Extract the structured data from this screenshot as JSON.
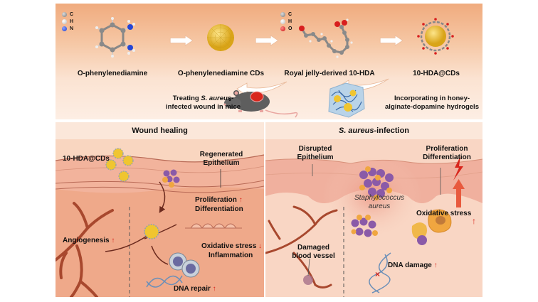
{
  "top_panel": {
    "legend_left": [
      {
        "symbol": "C",
        "color": "#8f8f8f"
      },
      {
        "symbol": "H",
        "color": "#f2f2f2"
      },
      {
        "symbol": "N",
        "color": "#2b4fd8"
      }
    ],
    "legend_right": [
      {
        "symbol": "C",
        "color": "#8f8f8f"
      },
      {
        "symbol": "H",
        "color": "#f2f2f2"
      },
      {
        "symbol": "O",
        "color": "#d81e1e"
      }
    ],
    "steps": [
      {
        "label": "O-phenylenediamine"
      },
      {
        "label": "O-phenylenediamine CDs"
      },
      {
        "label": "Royal jelly-derived 10-HDA"
      },
      {
        "label": "10-HDA@CDs"
      }
    ],
    "incorporating_line1": "Incorporating in honey-",
    "incorporating_line2": "alginate-dopamine hydrogels",
    "treating_line1_pre": "Treating ",
    "treating_line1_italic": "S. aureus",
    "treating_line1_post": "-",
    "treating_line2": "infected wound in mice"
  },
  "wound_healing": {
    "title": "Wound healing",
    "nanoparticle_label": "10-HDA@CDs",
    "regenerated_line1": "Regenerated",
    "regenerated_line2": "Epithelium",
    "proliferation": "Proliferation",
    "differentiation": "Differentiation",
    "angiogenesis": "Angiogenesis",
    "oxidative_stress": "Oxidative stress",
    "inflammation": "Inflammation",
    "dna_repair": "DNA repair",
    "up_arrow": "↑",
    "down_arrow": "↓"
  },
  "infection": {
    "title_italic": "S. aureus",
    "title_rest": "-infection",
    "disrupted_line1": "Disrupted",
    "disrupted_line2": "Epithelium",
    "proliferation": "Proliferation",
    "differentiation": "Differentiation",
    "bacteria_line1": "Staphylococcus",
    "bacteria_line2": "aureus",
    "oxidative_stress": "Oxidative stress",
    "damaged_line1": "Damaged",
    "damaged_line2": "blood vessel",
    "dna_damage": "DNA damage",
    "up_arrow": "↑"
  },
  "colors": {
    "up_arrow": "#d8261c",
    "gold_particle": "#f0c530",
    "bacteria_purple": "#8a5aa8",
    "bacteria_orange": "#f0a640",
    "vessel": "#a8482e"
  }
}
